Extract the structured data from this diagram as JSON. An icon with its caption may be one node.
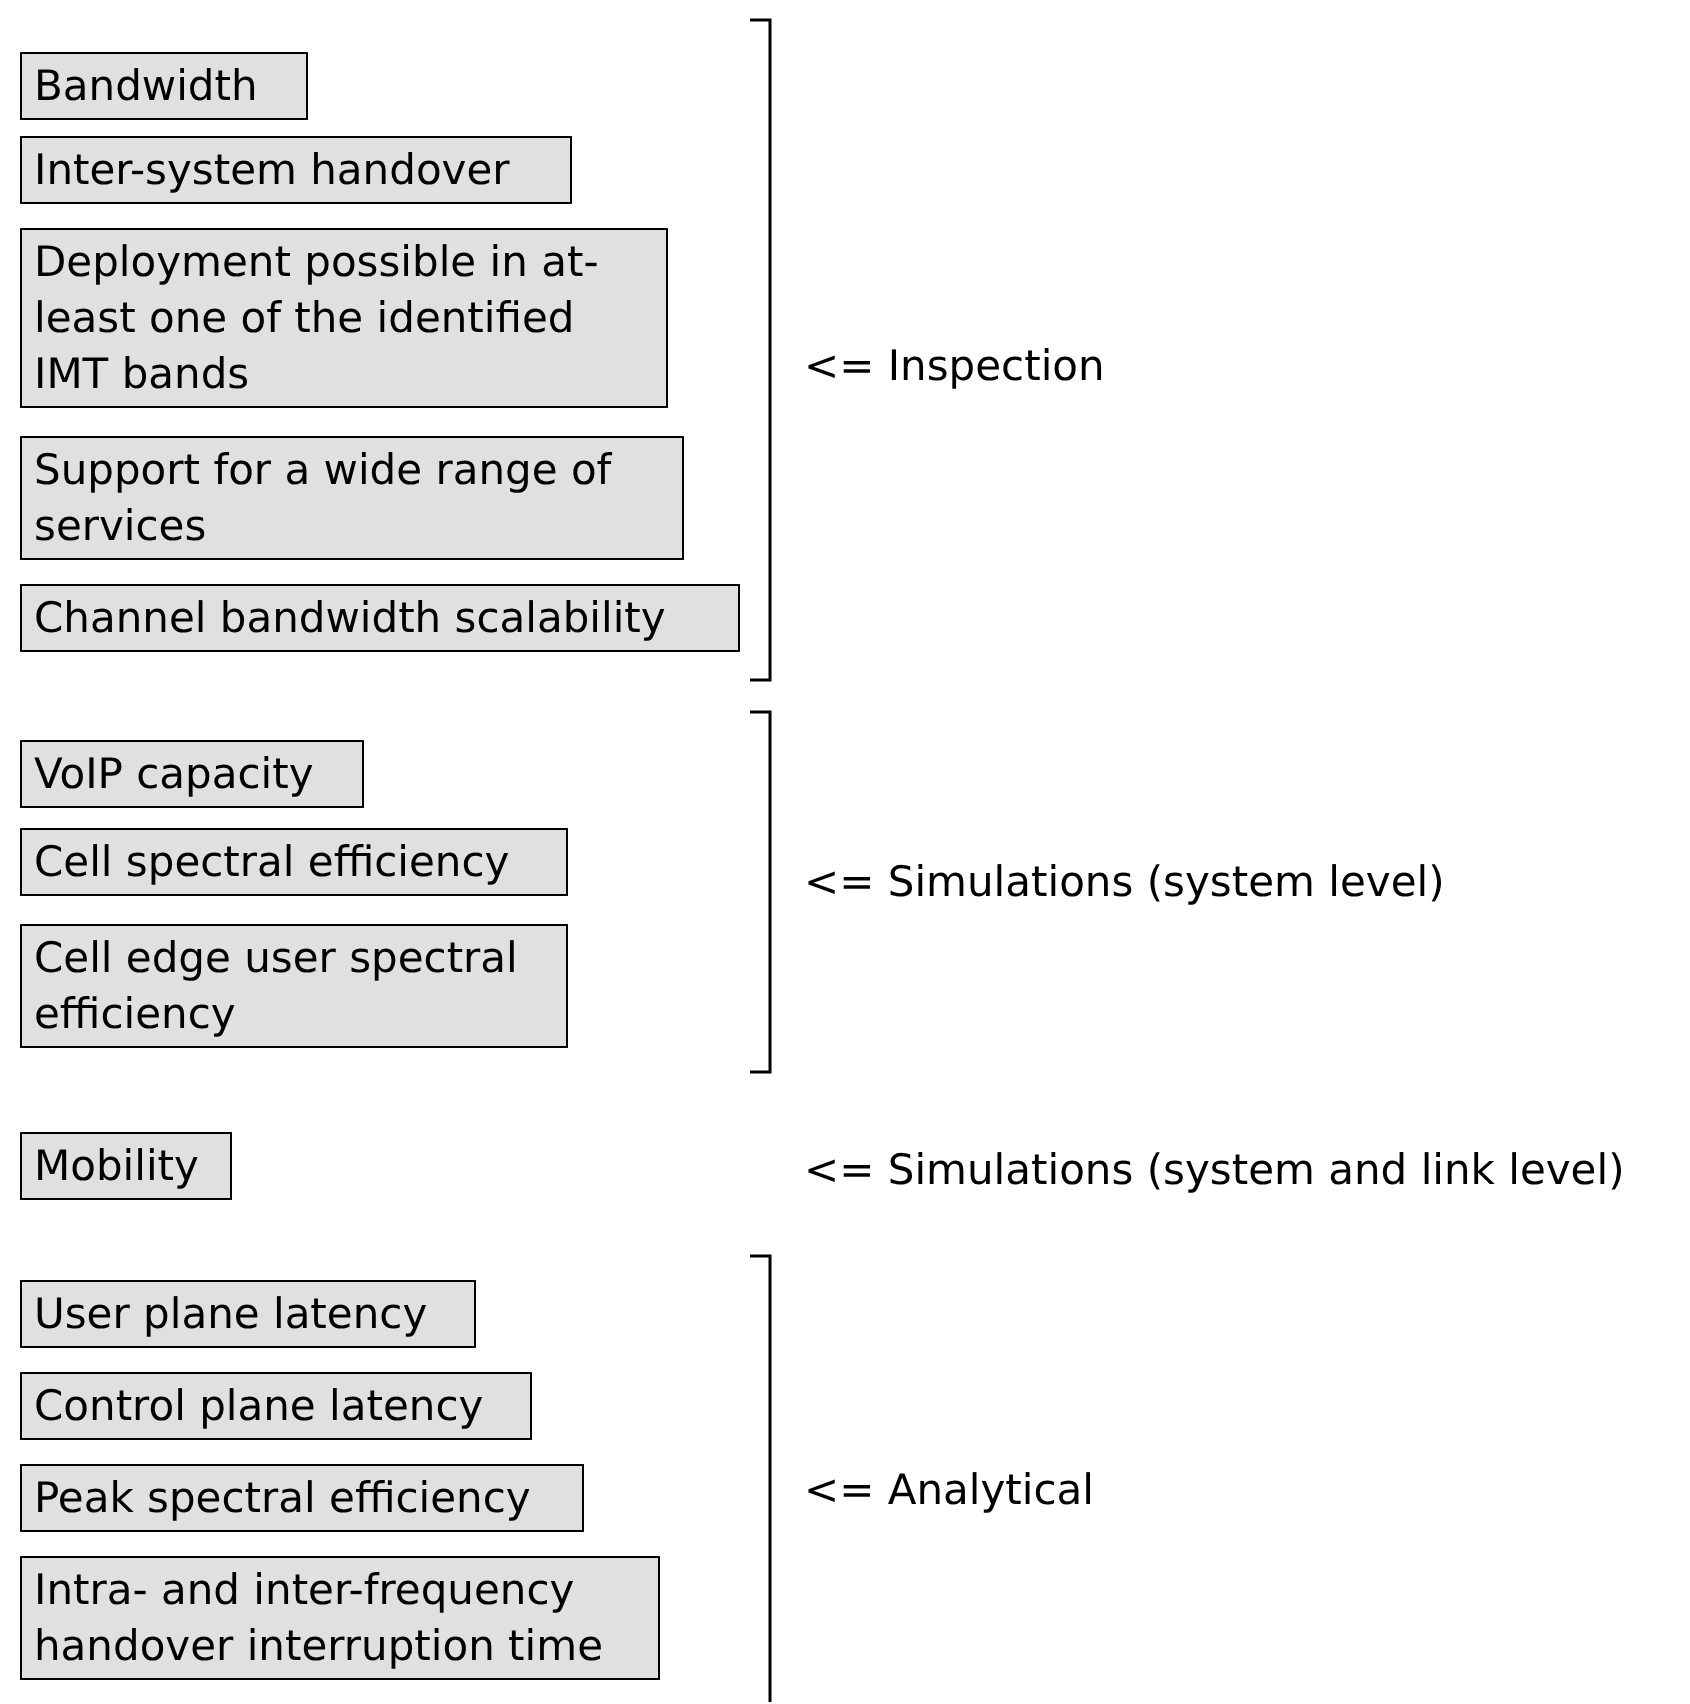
{
  "diagram": {
    "nodes": [
      {
        "text": [
          "Bandwidth"
        ]
      },
      {
        "text": [
          "Inter-system handover"
        ]
      },
      {
        "text": [
          "Deployment possible in at-least one of the identified IMT bands"
        ]
      },
      {
        "text": [
          "Support for a wide range of services"
        ]
      },
      {
        "text": [
          "Channel bandwidth scalability"
        ]
      },
      {
        "text": [
          "VoIP capacity"
        ]
      },
      {
        "text": [
          "Cell spectral efficiency"
        ]
      },
      {
        "text": [
          "Cell edge user spectral efficiency"
        ]
      },
      {
        "text": [
          "Mobility"
        ]
      },
      {
        "text": [
          "User plane latency"
        ]
      },
      {
        "text": [
          "Control plane latency"
        ]
      },
      {
        "text": [
          "Peak spectral efficiency"
        ]
      },
      {
        "text": [
          "Intra- and inter-frequency handover interruption time"
        ]
      }
    ],
    "edges": [],
    "labels": [
      "<= Inspection",
      "<= Simulations (system level)",
      "<= Simulations (system and link level)",
      "<= Analytical"
    ]
  }
}
